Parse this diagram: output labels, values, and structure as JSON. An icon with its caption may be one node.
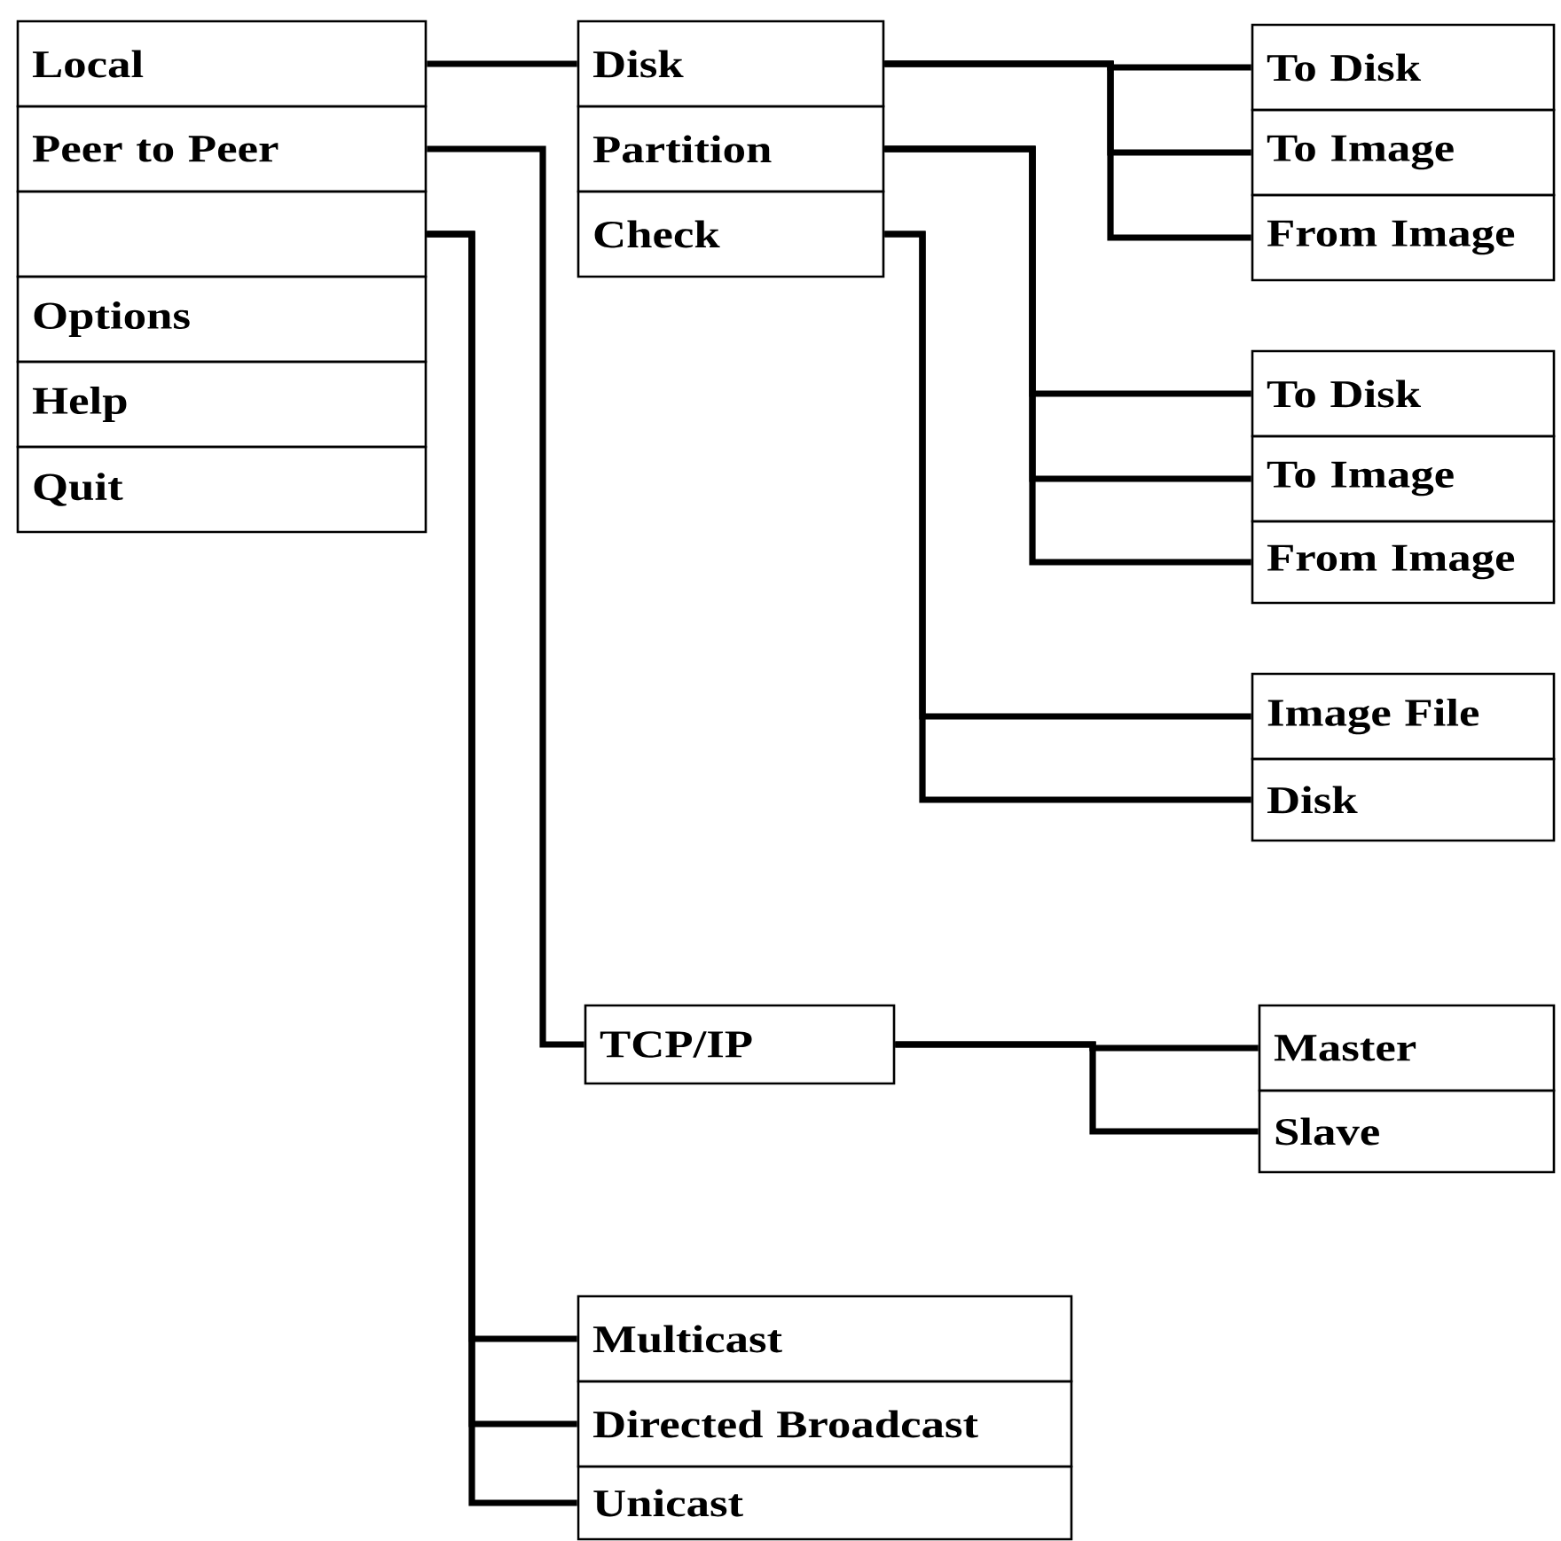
{
  "diagram": {
    "nodes": [
      {
        "text": [
          "Local"
        ]
      },
      {
        "text": [
          "Peer to Peer"
        ]
      },
      {
        "text": [],
        "shape": "box"
      },
      {
        "text": [
          "Options"
        ]
      },
      {
        "text": [
          "Help"
        ]
      },
      {
        "text": [
          "Quit"
        ]
      },
      {
        "text": [
          "Disk"
        ]
      },
      {
        "text": [
          "Partition"
        ]
      },
      {
        "text": [
          "Check"
        ]
      },
      {
        "text": [
          "To Disk"
        ]
      },
      {
        "text": [
          "To Image"
        ]
      },
      {
        "text": [
          "From Image"
        ]
      },
      {
        "text": [
          "To Disk"
        ]
      },
      {
        "text": [
          "To Image"
        ]
      },
      {
        "text": [
          "From Image"
        ]
      },
      {
        "text": [
          "Image File"
        ]
      },
      {
        "text": [
          "Disk"
        ]
      },
      {
        "text": [
          "TCP/IP"
        ]
      },
      {
        "text": [
          "Master"
        ]
      },
      {
        "text": [
          "Slave"
        ]
      },
      {
        "text": [
          "Multicast"
        ]
      },
      {
        "text": [
          "Directed Broadcast"
        ]
      },
      {
        "text": [
          "Unicast"
        ]
      }
    ],
    "edges": [
      {
        "from": 0,
        "to": 6,
        "arrow": "none"
      },
      {
        "from": 6,
        "to": 9,
        "arrow": "none"
      },
      {
        "from": 6,
        "to": 10,
        "arrow": "none"
      },
      {
        "from": 6,
        "to": 11,
        "arrow": "none"
      },
      {
        "from": 7,
        "to": 12,
        "arrow": "none"
      },
      {
        "from": 7,
        "to": 13,
        "arrow": "none"
      },
      {
        "from": 7,
        "to": 14,
        "arrow": "none"
      },
      {
        "from": 8,
        "to": 15,
        "arrow": "none"
      },
      {
        "from": 8,
        "to": 16,
        "arrow": "none"
      },
      {
        "from": 1,
        "to": 17,
        "arrow": "none"
      },
      {
        "from": 17,
        "to": 18,
        "arrow": "none"
      },
      {
        "from": 17,
        "to": 19,
        "arrow": "none"
      },
      {
        "from": 2,
        "to": 20,
        "arrow": "none"
      },
      {
        "from": 2,
        "to": 21,
        "arrow": "none"
      },
      {
        "from": 2,
        "to": 22,
        "arrow": "none"
      }
    ]
  }
}
